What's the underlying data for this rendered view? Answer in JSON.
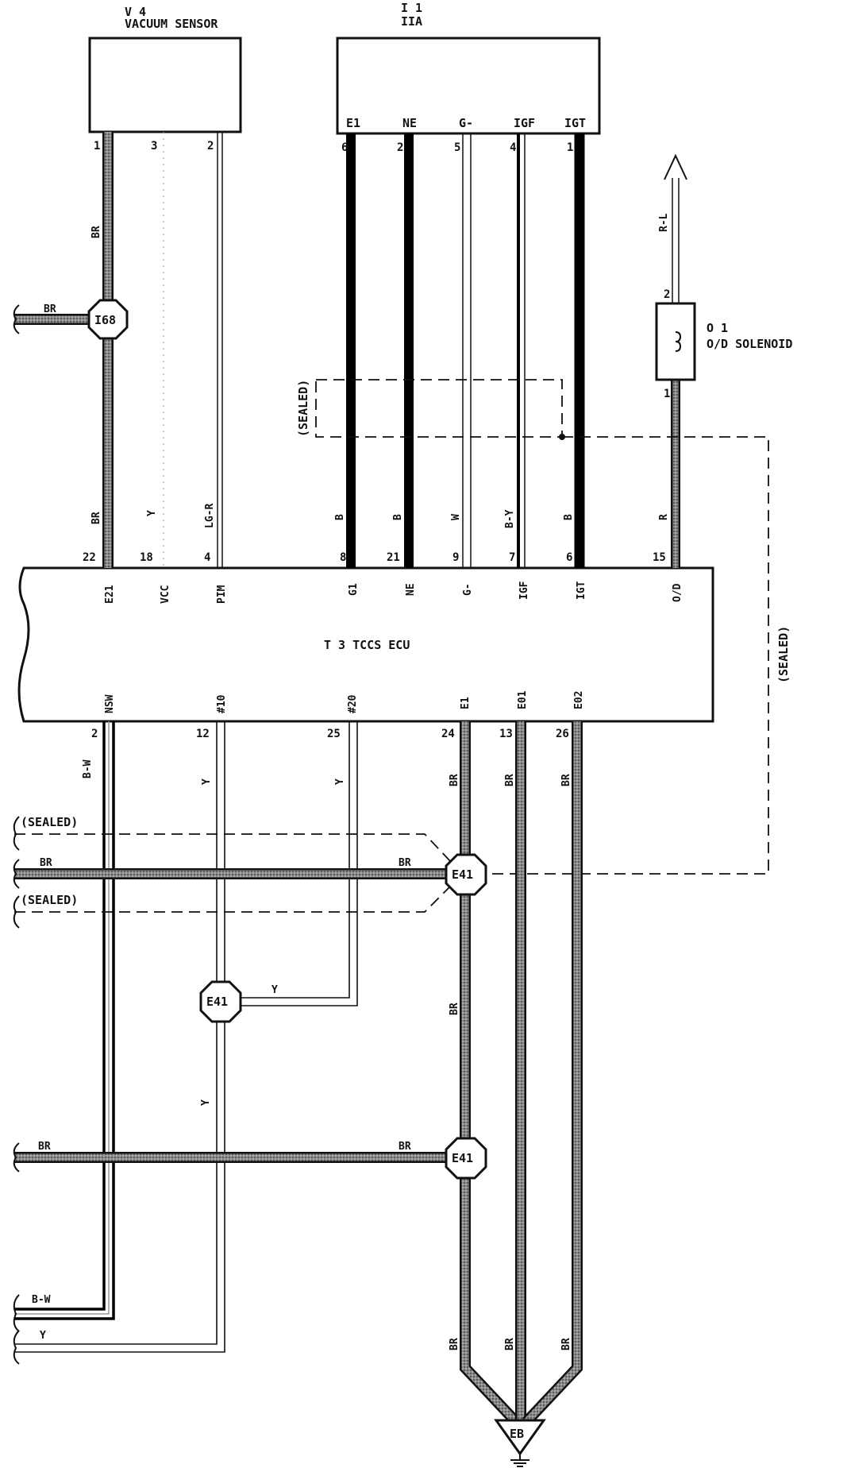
{
  "components": {
    "vacuum_sensor": {
      "ref": "V 4",
      "name": "VACUUM SENSOR",
      "pins": [
        "1",
        "3",
        "2"
      ]
    },
    "igniter": {
      "ref": "I 1",
      "name": "IIA",
      "terminals": [
        "E1",
        "NE",
        "G-",
        "IGF",
        "IGT"
      ],
      "pins": [
        "6",
        "2",
        "5",
        "4",
        "1"
      ]
    },
    "od_solenoid": {
      "ref": "O 1",
      "name": "O/D SOLENOID",
      "pin_top": "2",
      "pin_bottom": "1"
    },
    "ecu": {
      "name": "T 3 TCCS ECU",
      "top_terminals": [
        "E21",
        "VCC",
        "PIM",
        "G1",
        "NE",
        "G-",
        "IGF",
        "IGT",
        "O/D"
      ],
      "top_pins": [
        "22",
        "18",
        "4",
        "8",
        "21",
        "9",
        "7",
        "6",
        "15"
      ],
      "bottom_terminals": [
        "NSW",
        "#10",
        "#20",
        "E1",
        "E01",
        "E02"
      ],
      "bottom_pins": [
        "2",
        "12",
        "25",
        "24",
        "13",
        "26"
      ]
    },
    "ground": {
      "name": "EB"
    }
  },
  "splices": {
    "i68": "I68",
    "e41_upper": "E41",
    "e41_mid": "E41",
    "e41_lower": "E41"
  },
  "wire_colors": {
    "br": "BR",
    "y": "Y",
    "lgr": "LG-R",
    "b": "B",
    "w": "W",
    "by": "B-Y",
    "r": "R",
    "rl": "R-L",
    "bw": "B-W"
  },
  "sealed_label": "(SEALED)",
  "colors": {
    "line": "#111111",
    "br_fill": "#7d7d7d",
    "background": "#ffffff"
  }
}
